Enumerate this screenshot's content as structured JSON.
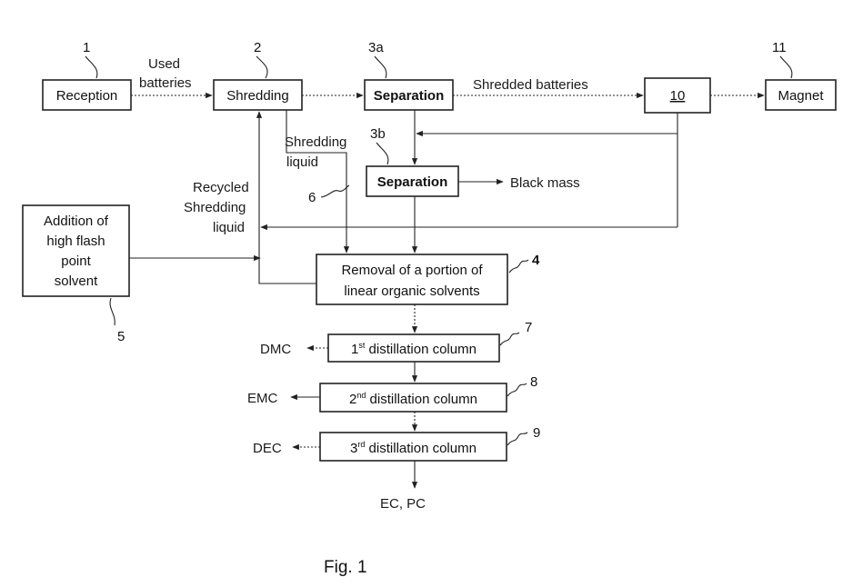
{
  "numbers": {
    "n1": "1",
    "n2": "2",
    "n3a": "3a",
    "n3b": "3b",
    "n4": "4",
    "n5": "5",
    "n6": "6",
    "n7": "7",
    "n8": "8",
    "n9": "9",
    "n10": "10",
    "n11": "11"
  },
  "boxes": {
    "reception": "Reception",
    "shredding": "Shredding",
    "separation_a": "Separation",
    "separation_b": "Separation",
    "magnet": "Magnet",
    "addition": [
      "Addition of",
      "high flash",
      "point",
      "solvent"
    ],
    "removal": [
      "Removal of a portion of",
      "linear organic solvents"
    ],
    "col1": {
      "ord": "1",
      "sup": "st",
      "text": " distillation column"
    },
    "col2": {
      "ord": "2",
      "sup": "nd",
      "text": " distillation column"
    },
    "col3": {
      "ord": "3",
      "sup": "rd",
      "text": " distillation column"
    }
  },
  "labels": {
    "used_batteries": [
      "Used",
      "batteries"
    ],
    "shredded_batteries": "Shredded batteries",
    "shredding_liquid": [
      "Shredding",
      "liquid"
    ],
    "recycled_liquid": [
      "Recycled",
      "Shredding",
      "liquid"
    ],
    "black_mass": "Black mass",
    "dmc": "DMC",
    "emc": "EMC",
    "dec": "DEC",
    "ec_pc": "EC, PC"
  },
  "caption": "Fig. 1"
}
